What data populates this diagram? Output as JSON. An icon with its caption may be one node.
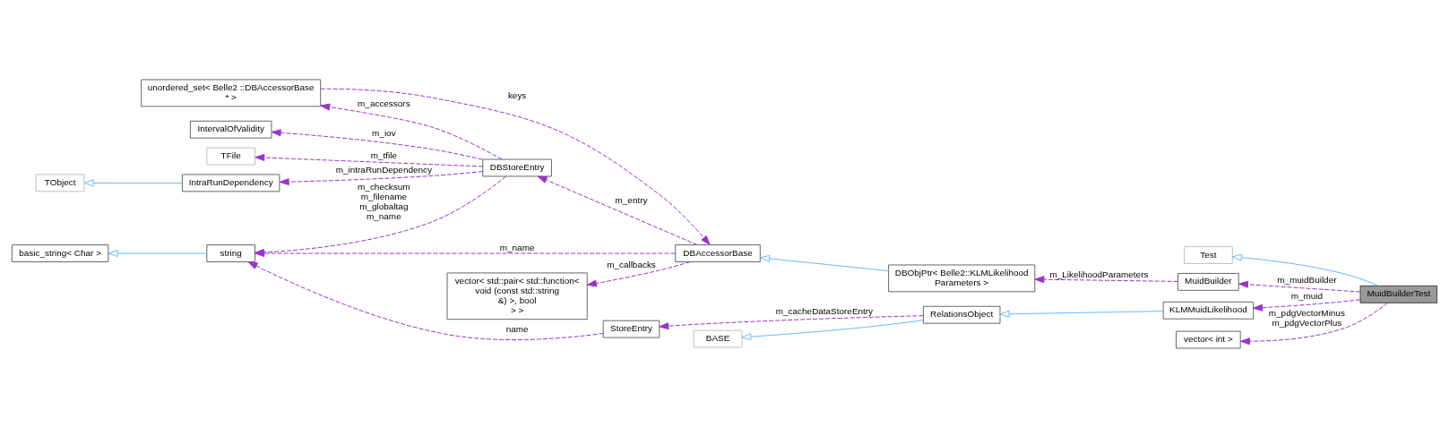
{
  "diagram": {
    "nodes": [
      {
        "text": [
          "MuidBuilderTest"
        ]
      },
      {
        "text": [
          "Test"
        ]
      },
      {
        "text": [
          "MuidBuilder"
        ]
      },
      {
        "text": [
          "KLMMuidLikelihood"
        ]
      },
      {
        "text": [
          "vector< int >"
        ]
      },
      {
        "text": [
          "DBStoreEntry"
        ]
      },
      {
        "text": [
          "RelationsObject"
        ]
      },
      {
        "text": [
          "DBObjPtr< Belle2::KLMLikelihood Parameters >"
        ]
      },
      {
        "text": [
          "unordered_set< Belle2 ::DBAccessorBase * >"
        ]
      },
      {
        "text": [
          "DBAccessorBase"
        ]
      },
      {
        "text": [
          "IntervalOfValidity"
        ]
      },
      {
        "text": [
          "TFile"
        ]
      },
      {
        "text": [
          "IntraRunDependency"
        ]
      },
      {
        "text": [
          "TObject"
        ]
      },
      {
        "text": [
          "string"
        ]
      },
      {
        "text": [
          "StoreEntry"
        ]
      },
      {
        "text": [
          "BASE"
        ]
      },
      {
        "text": [
          "vector< std::pair< std::function< void (const std::string &) >, bool > >"
        ]
      },
      {
        "text": [
          "basic_string< Char >"
        ]
      }
    ],
    "edges": [
      {
        "from": 0,
        "to": 1,
        "arrow": "to",
        "color": "#63b8ff"
      },
      {
        "from": 0,
        "to": 2,
        "arrow": "to",
        "label": "m_muidBuilder",
        "style": "dashed"
      },
      {
        "from": 0,
        "to": 3,
        "arrow": "to",
        "label": "m_muid",
        "style": "dashed"
      },
      {
        "from": 0,
        "to": 4,
        "arrow": "to",
        "label": "m_pdgVectorMinus m_pdgVectorPlus",
        "style": "dashed"
      },
      {
        "from": 3,
        "to": 6,
        "arrow": "to",
        "color": "#63b8ff"
      },
      {
        "from": 2,
        "to": 7,
        "arrow": "to",
        "label": "m_LikelihoodParameters",
        "style": "dashed"
      },
      {
        "from": 7,
        "to": 9,
        "arrow": "to",
        "color": "#63b8ff"
      },
      {
        "from": 5,
        "to": 8,
        "arrow": "to",
        "label": "m_accessors",
        "style": "dashed"
      },
      {
        "from": 8,
        "to": 9,
        "arrow": "to",
        "label": "keys",
        "style": "dashed"
      },
      {
        "from": 9,
        "to": 5,
        "arrow": "to",
        "label": "m_entry",
        "style": "dashed"
      },
      {
        "from": 9,
        "to": 17,
        "arrow": "to",
        "label": "m_callbacks",
        "style": "dashed"
      },
      {
        "from": 9,
        "to": 14,
        "arrow": "to",
        "label": "m_name",
        "style": "dashed"
      },
      {
        "from": 5,
        "to": 10,
        "arrow": "to",
        "label": "m_iov",
        "style": "dashed"
      },
      {
        "from": 5,
        "to": 11,
        "arrow": "to",
        "label": "m_tfile",
        "style": "dashed"
      },
      {
        "from": 5,
        "to": 12,
        "arrow": "to",
        "label": "m_intraRunDependency",
        "style": "dashed"
      },
      {
        "from": 5,
        "to": 14,
        "arrow": "to",
        "label": "m_checksum m_filename m_globaltag m_name",
        "style": "dashed"
      },
      {
        "from": 12,
        "to": 13,
        "arrow": "to",
        "color": "#63b8ff"
      },
      {
        "from": 14,
        "to": 18,
        "arrow": "to",
        "color": "#63b8ff"
      },
      {
        "from": 15,
        "to": 14,
        "arrow": "to",
        "label": "name",
        "style": "dashed"
      },
      {
        "from": 6,
        "to": 15,
        "arrow": "to",
        "label": "m_cacheDataStoreEntry",
        "style": "dashed"
      },
      {
        "from": 6,
        "to": 16,
        "arrow": "to",
        "color": "#63b8ff"
      }
    ]
  }
}
